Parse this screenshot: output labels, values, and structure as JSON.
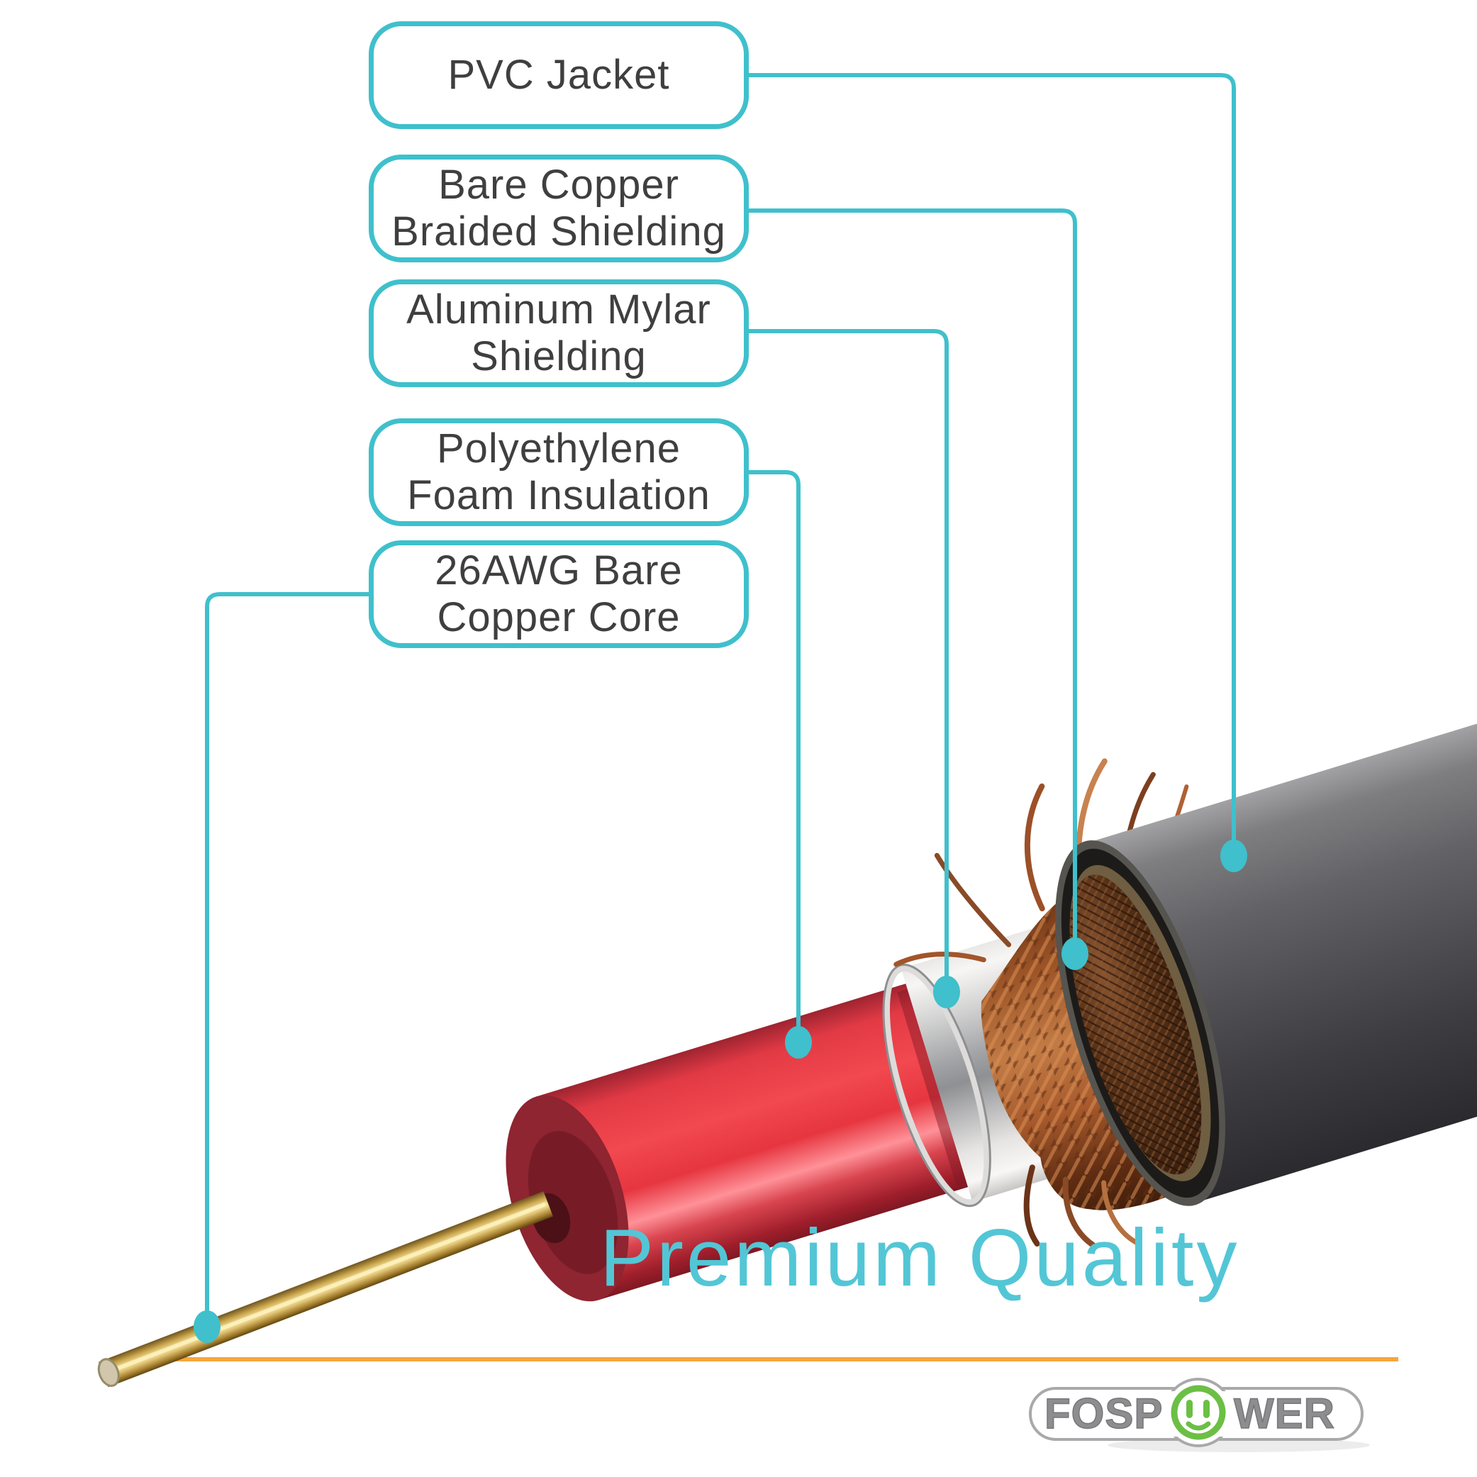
{
  "colors": {
    "teal": "#3FC0CC",
    "tagline_teal": "#53C6D6",
    "orange": "#F6A73C",
    "logo_green": "#6CBF45",
    "logo_gray": "#8D8D8F",
    "logo_outline": "#77777A",
    "box_text": "#3F3F3F",
    "insulation_red": "#E73843",
    "copper": "#A85A2C",
    "jacket_gray": "#57565A",
    "mylar_silver": "#C9C9CB",
    "core_gold": "#E3C478"
  },
  "callouts": [
    {
      "line1": "PVC Jacket",
      "line2": ""
    },
    {
      "line1": "Bare Copper",
      "line2": "Braided Shielding"
    },
    {
      "line1": "Aluminum Mylar",
      "line2": "Shielding"
    },
    {
      "line1": "Polyethylene",
      "line2": "Foam Insulation"
    },
    {
      "line1": "26AWG Bare",
      "line2": "Copper Core"
    }
  ],
  "tagline": "Premium Quality",
  "brand": {
    "word_start": "FOSP",
    "word_end": "WER"
  }
}
